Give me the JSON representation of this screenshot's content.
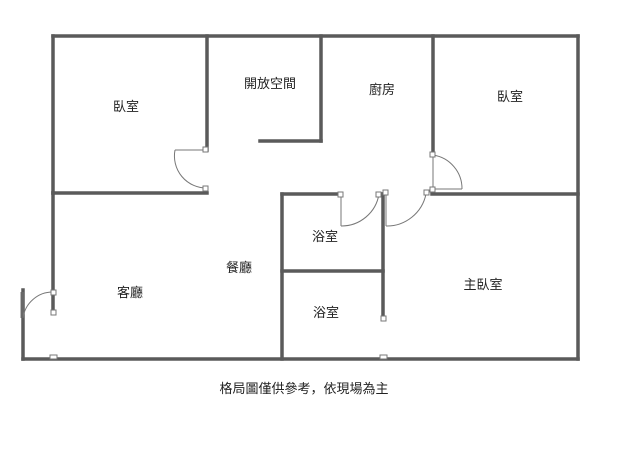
{
  "rooms": {
    "bedroom_top_left": "臥室",
    "open_space": "開放空間",
    "kitchen": "廚房",
    "bedroom_top_right": "臥室",
    "bathroom_upper": "浴室",
    "bathroom_lower": "浴室",
    "dining_room": "餐廳",
    "living_room": "客廳",
    "master_bedroom": "主臥室"
  },
  "caption": "格局圖僅供參考，依現場為主",
  "colors": {
    "wall": "#5a5a5a",
    "door": "#777777",
    "background": "#ffffff"
  }
}
